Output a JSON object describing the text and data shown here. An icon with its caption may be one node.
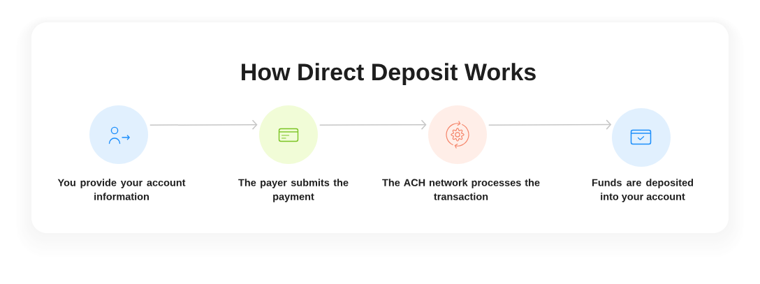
{
  "diagram": {
    "title": "How Direct Deposit Works",
    "nodes": [
      {
        "text": [],
        "shape": "circle",
        "beside": [
          "You provide your account information"
        ]
      },
      {
        "text": [],
        "shape": "circle",
        "beside": [
          "The payer submits the payment"
        ]
      },
      {
        "text": [],
        "shape": "circle",
        "beside": [
          "The ACH network processes the transaction"
        ]
      },
      {
        "text": [],
        "shape": "circle",
        "beside": [
          "Funds are deposited into your account"
        ]
      }
    ],
    "edges": [
      {
        "from": 0,
        "to": 1,
        "arrow": "to"
      },
      {
        "from": 1,
        "to": 2,
        "arrow": "to"
      },
      {
        "from": 2,
        "to": 3,
        "arrow": "to"
      }
    ]
  }
}
